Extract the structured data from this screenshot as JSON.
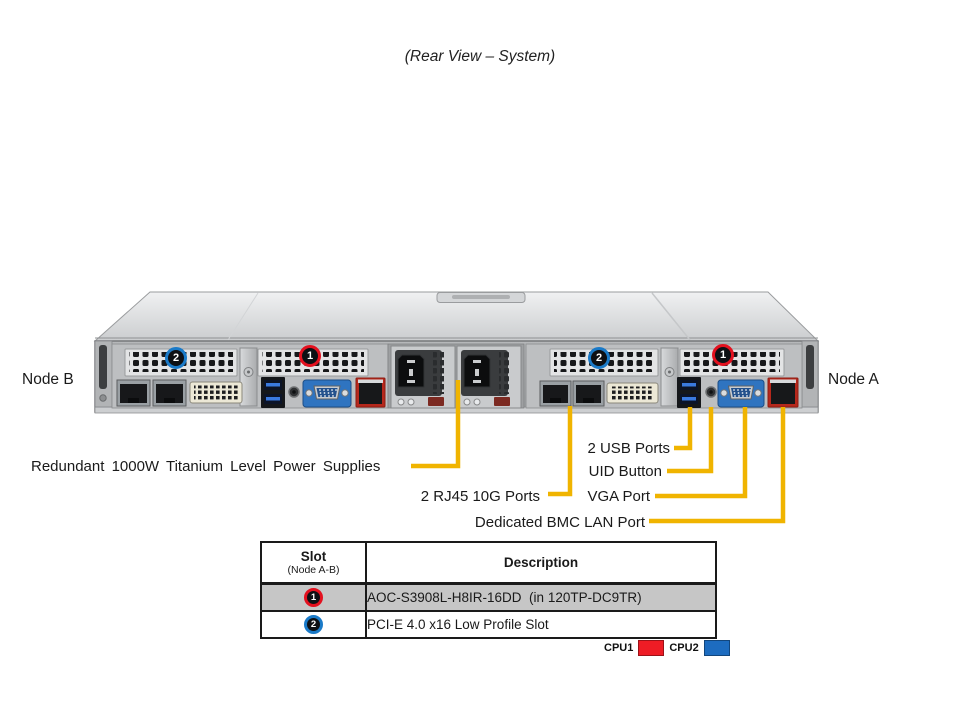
{
  "title": "(Rear View – System)",
  "diagram": {
    "node_b_label": "Node B",
    "node_a_label": "Node A",
    "markers": {
      "slot1": "1",
      "slot2": "2"
    },
    "callouts": {
      "psu": "Redundant 1000W Titanium Level Power Supplies",
      "usb": "2 USB Ports",
      "uid": "UID Button",
      "rj45": "2 RJ45 10G Ports",
      "vga": "VGA Port",
      "bmc": "Dedicated BMC LAN Port"
    },
    "icon_names": [
      "rj45-port-icon",
      "dvi-port-icon",
      "usb-ports-icon",
      "uid-button-icon",
      "vga-port-icon",
      "bmc-lan-port-icon",
      "power-inlet-icon",
      "pci-slot-vent-icon"
    ]
  },
  "table": {
    "headers": {
      "slot": "Slot",
      "slot_sub": "(Node A-B)",
      "description": "Description"
    },
    "rows": [
      {
        "marker": "1",
        "description": "AOC-S3908L-H8IR-16DD  (in 120TP-DC9TR)"
      },
      {
        "marker": "2",
        "description": "PCI-E 4.0 x16 Low Profile Slot"
      }
    ]
  },
  "legend": {
    "cpu1": "CPU1",
    "cpu2": "CPU2",
    "cpu1_color": "#ee1c25",
    "cpu2_color": "#1d6cc0"
  },
  "colors": {
    "callout_yellow": "#f0b400",
    "marker_red": "#e3111f",
    "marker_blue": "#1a7ac8",
    "table_row1_bg": "#c6c6c6"
  }
}
